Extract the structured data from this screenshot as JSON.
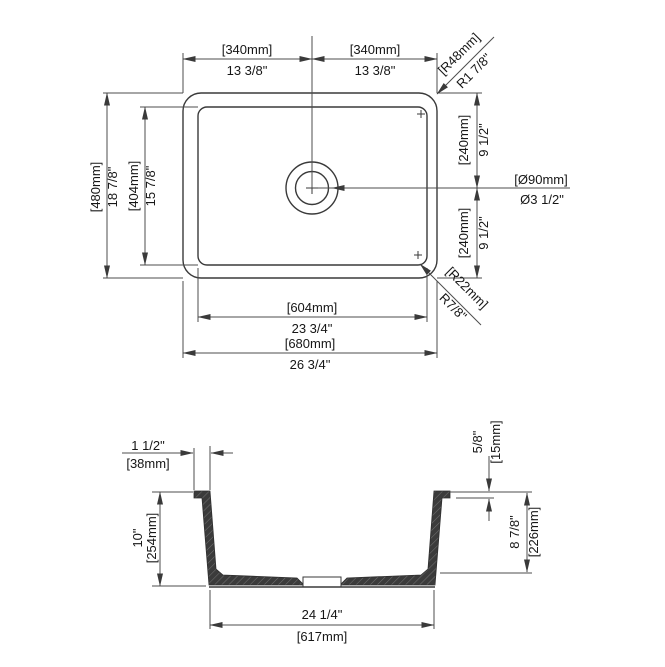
{
  "top_view": {
    "width_left": {
      "metric": "[340mm]",
      "imperial": "13 3/8\""
    },
    "width_right": {
      "metric": "[340mm]",
      "imperial": "13 3/8\""
    },
    "corner_radius_outer": {
      "metric": "[R48mm]",
      "imperial": "R1 7/8\""
    },
    "height_outer": {
      "metric": "[480mm]",
      "imperial": "18 7/8\""
    },
    "height_inner": {
      "metric": "[404mm]",
      "imperial": "15 7/8\""
    },
    "center_offset_top": {
      "metric": "[240mm]",
      "imperial": "9 1/2\""
    },
    "center_offset_bottom": {
      "metric": "[240mm]",
      "imperial": "9 1/2\""
    },
    "drain_diameter": {
      "metric": "[Ø90mm]",
      "imperial": "Ø3 1/2\""
    },
    "corner_radius_inner": {
      "metric": "[R22mm]",
      "imperial": "R7/8\""
    },
    "width_inner": {
      "metric": "[604mm]",
      "imperial": "23 3/4\""
    },
    "width_outer": {
      "metric": "[680mm]",
      "imperial": "26 3/4\""
    }
  },
  "section_view": {
    "rim_to_wall": {
      "imperial": "1 1/2\"",
      "metric": "[38mm]"
    },
    "rim_lip_height": {
      "imperial": "5/8\"",
      "metric": "[15mm]"
    },
    "outer_depth": {
      "imperial": "10\"",
      "metric": "[254mm]"
    },
    "inner_depth": {
      "imperial": "8 7/8\"",
      "metric": "[226mm]"
    },
    "bottom_width": {
      "imperial": "24 1/4\"",
      "metric": "[617mm]"
    }
  },
  "colors": {
    "line": "#3a3a3a",
    "text": "#161616",
    "hatch_fill": "#3b3b3b",
    "background": "#ffffff"
  }
}
